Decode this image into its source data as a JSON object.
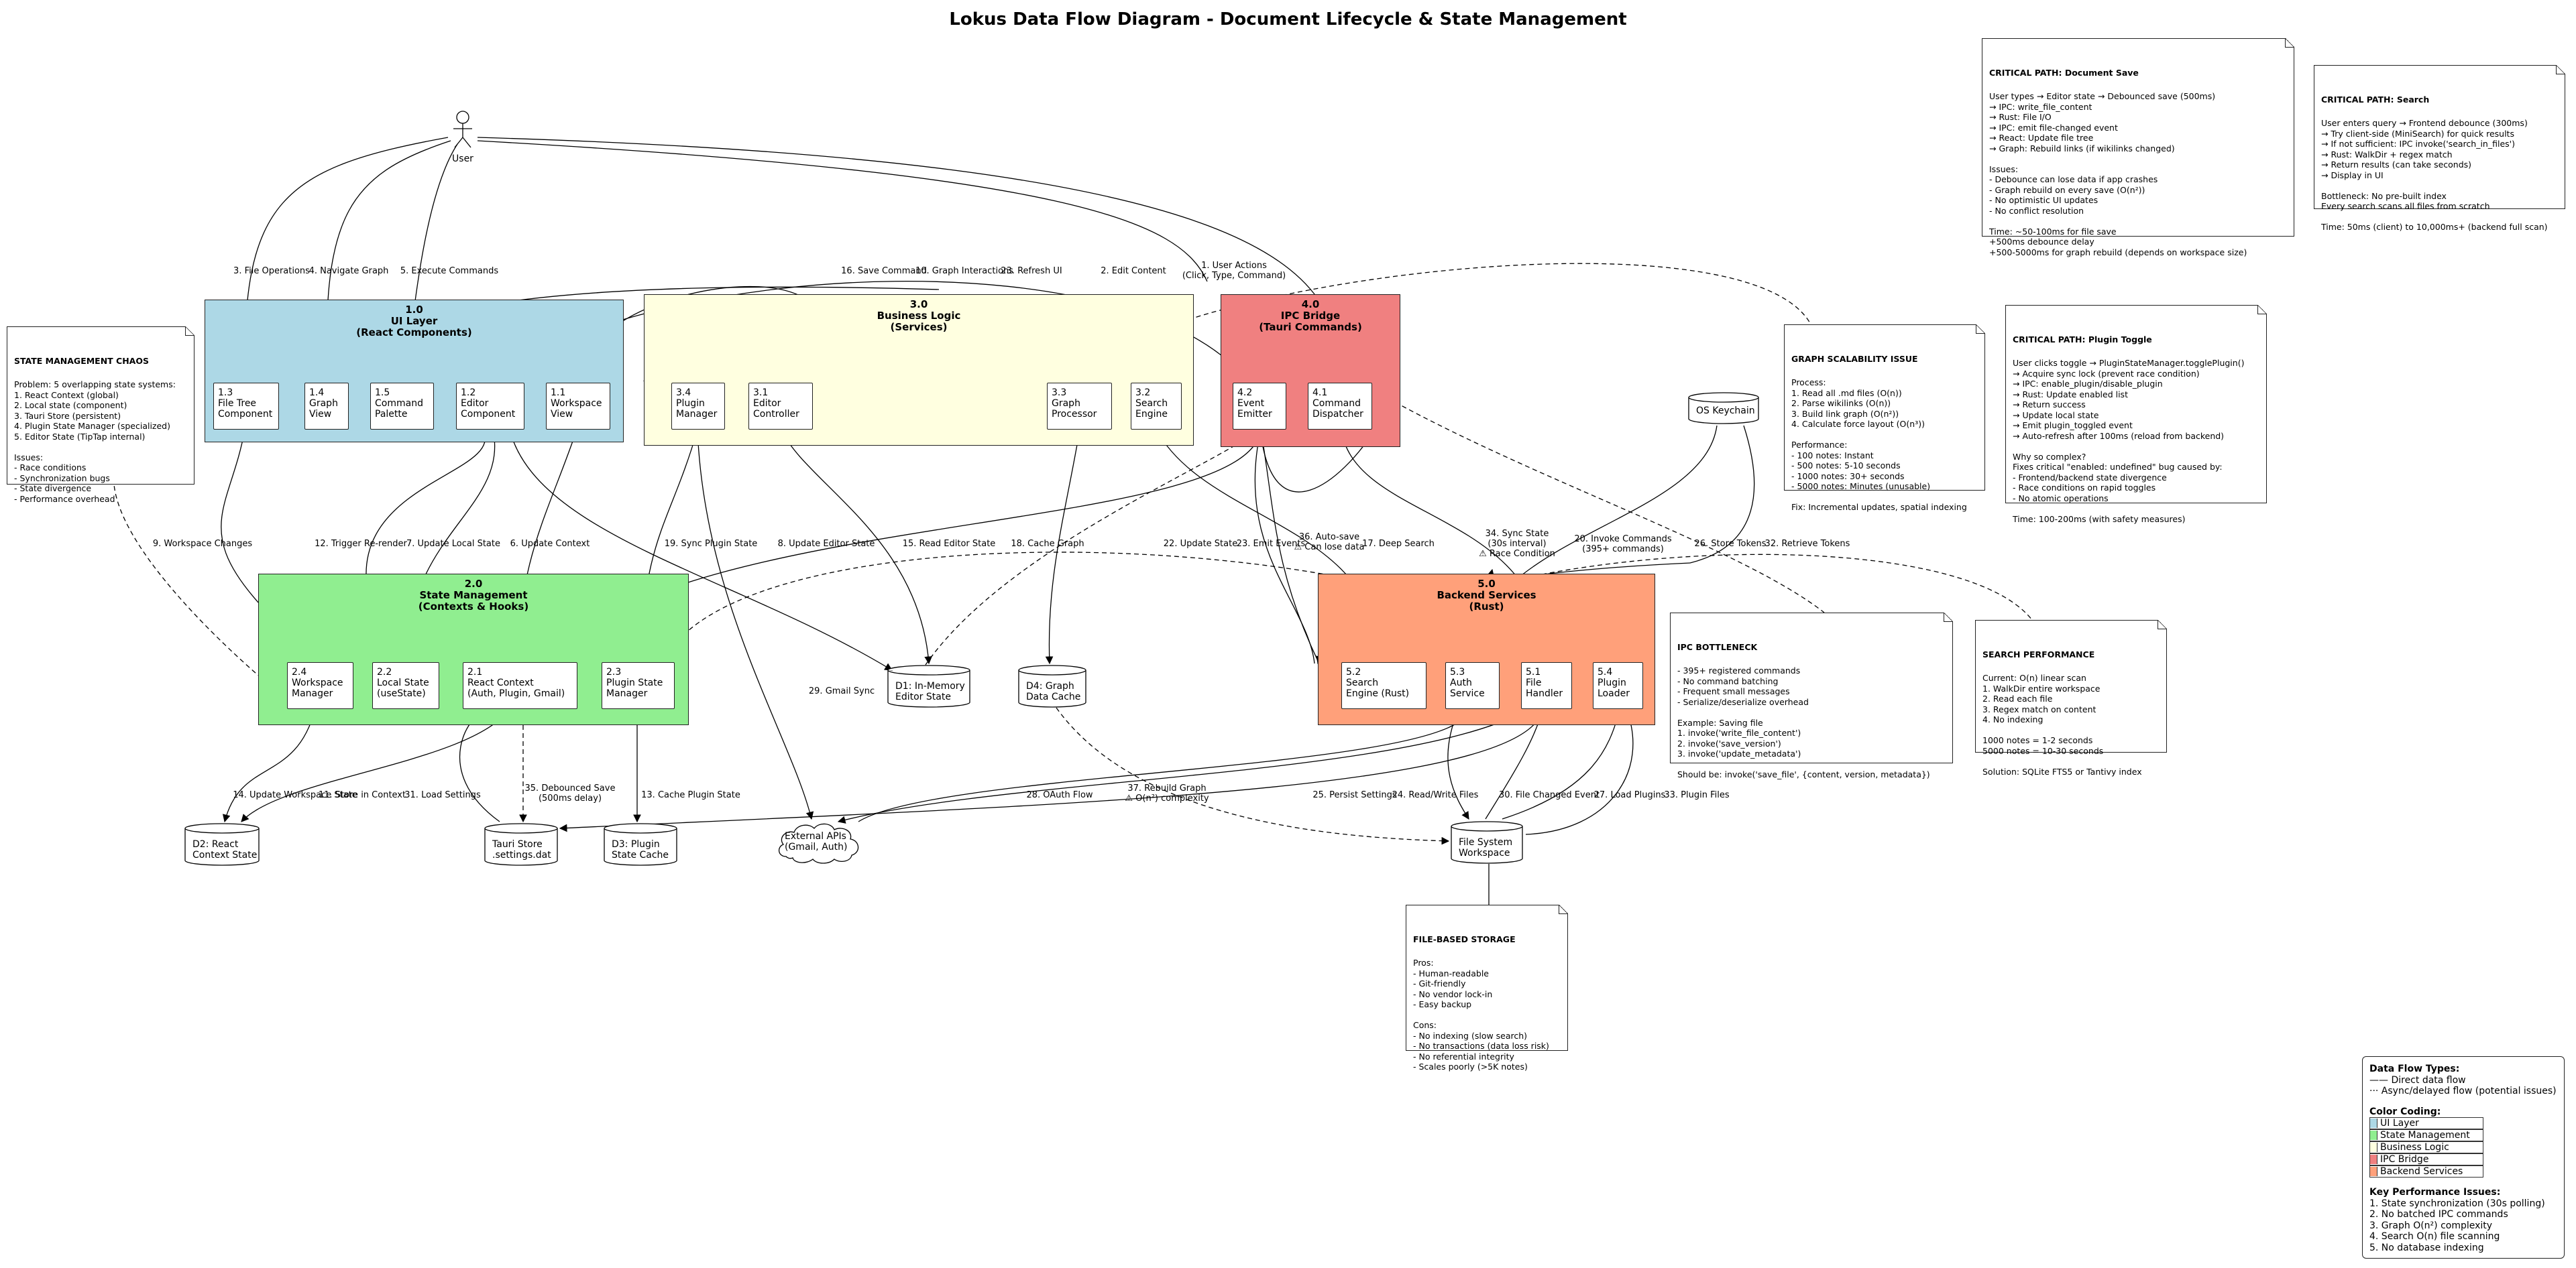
{
  "title": "Lokus Data Flow Diagram - Document Lifecycle & State Management",
  "actor": {
    "label": "User"
  },
  "groups": {
    "ui": {
      "title": "1.0\nUI Layer\n(React Components)",
      "color": "#add8e6"
    },
    "business": {
      "title": "3.0\nBusiness Logic\n(Services)",
      "color": "#ffffe0"
    },
    "ipc": {
      "title": "4.0\nIPC Bridge\n(Tauri Commands)",
      "color": "#f08080"
    },
    "state": {
      "title": "2.0\nState Management\n(Contexts & Hooks)",
      "color": "#90ee90"
    },
    "backend": {
      "title": "5.0\nBackend Services\n(Rust)",
      "color": "#ffa07a"
    }
  },
  "processes": {
    "p13": "1.3\nFile Tree\nComponent",
    "p14": "1.4\nGraph\nView",
    "p15": "1.5\nCommand\nPalette",
    "p12": "1.2\nEditor\nComponent",
    "p11": "1.1\nWorkspace\nView",
    "p34": "3.4\nPlugin\nManager",
    "p31": "3.1\nEditor\nController",
    "p33": "3.3\nGraph\nProcessor",
    "p32": "3.2\nSearch\nEngine",
    "p42": "4.2\nEvent\nEmitter",
    "p41": "4.1\nCommand\nDispatcher",
    "p24": "2.4\nWorkspace\nManager",
    "p22": "2.2\nLocal State\n(useState)",
    "p21": "2.1\nReact Context\n(Auth, Plugin, Gmail)",
    "p23": "2.3\nPlugin State\nManager",
    "p52": "5.2\nSearch\nEngine (Rust)",
    "p53": "5.3\nAuth\nService",
    "p51": "5.1\nFile\nHandler",
    "p54": "5.4\nPlugin\nLoader"
  },
  "stores": {
    "d1": "D1: In-Memory\nEditor State",
    "d4": "D4: Graph\nData Cache",
    "d2": "D2: React\nContext State",
    "tauri": "Tauri Store\n.settings.dat",
    "d3": "D3: Plugin\nState Cache",
    "fs": "File System\nWorkspace",
    "keychain": "OS Keychain"
  },
  "external": {
    "label": "External APIs\n(Gmail, Auth)"
  },
  "edge_labels": {
    "e1": "1. User Actions\n(Click, Type, Command)",
    "e2": "2. Edit Content",
    "e3": "3. File Operations",
    "e4": "4. Navigate Graph",
    "e5": "5. Execute Commands",
    "e6": "6. Update Context",
    "e7": "7. Update Local State",
    "e8": "8. Update Editor State",
    "e9": "9. Workspace Changes",
    "e10": "10. Graph Interactions",
    "e11": "11. Store in Context",
    "e12": "12. Trigger Re-render",
    "e13": "13. Cache Plugin State",
    "e14": "14. Update Workspace State",
    "e15": "15. Read Editor State",
    "e16": "16. Save Command",
    "e17": "17. Deep Search",
    "e18": "18. Cache Graph",
    "e19": "19. Sync Plugin State",
    "e20": "20. Invoke Commands\n(395+ commands)",
    "e22": "22. Update State",
    "e23": "23. Refresh UI",
    "e23b": "23. Emit Events",
    "e24": "24. Read/Write Files",
    "e25": "25. Persist Settings",
    "e26": "26. Store Tokens",
    "e27": "27. Load Plugins",
    "e28": "28. OAuth Flow",
    "e29": "29. Gmail Sync",
    "e30": "30. File Changed Event",
    "e31": "31. Load Settings",
    "e32": "32. Retrieve Tokens",
    "e33": "33. Plugin Files",
    "e34": "34. Sync State\n(30s interval)\n⚠ Race Condition",
    "e35": "35. Debounced Save\n(500ms delay)",
    "e36": "36. Auto-save\n⚠ Can lose data",
    "e37": "37. Rebuild Graph\n⚠ O(n²) complexity"
  },
  "notes": {
    "save": {
      "title": "CRITICAL PATH: Document Save",
      "body": "User types → Editor state → Debounced save (500ms)\n  → IPC: write_file_content\n  → Rust: File I/O\n  → IPC: emit file-changed event\n  → React: Update file tree\n  → Graph: Rebuild links (if wikilinks changed)\n\nIssues:\n- Debounce can lose data if app crashes\n- Graph rebuild on every save (O(n²))\n- No optimistic UI updates\n- No conflict resolution\n\nTime: ~50-100ms for file save\n        +500ms debounce delay\n        +500-5000ms for graph rebuild (depends on workspace size)"
    },
    "search": {
      "title": "CRITICAL PATH: Search",
      "body": "User enters query → Frontend debounce (300ms)\n  → Try client-side (MiniSearch) for quick results\n  → If not sufficient: IPC invoke('search_in_files')\n  → Rust: WalkDir + regex match\n  → Return results (can take seconds)\n  → Display in UI\n\nBottleneck: No pre-built index\nEvery search scans all files from scratch\n\nTime: 50ms (client) to 10,000ms+ (backend full scan)"
    },
    "state_chaos": {
      "title": "STATE MANAGEMENT CHAOS",
      "body": "Problem: 5 overlapping state systems:\n1. React Context (global)\n2. Local state (component)\n3. Tauri Store (persistent)\n4. Plugin State Manager (specialized)\n5. Editor State (TipTap internal)\n\nIssues:\n- Race conditions\n- Synchronization bugs\n- State divergence\n- Performance overhead"
    },
    "graph_scal": {
      "title": "GRAPH SCALABILITY ISSUE",
      "body": "Process:\n1. Read all .md files (O(n))\n2. Parse wikilinks (O(n))\n3. Build link graph (O(n²))\n4. Calculate force layout (O(n³))\n\nPerformance:\n- 100 notes: Instant\n- 500 notes: 5-10 seconds\n- 1000 notes: 30+ seconds\n- 5000 notes: Minutes (unusable)\n\nFix: Incremental updates, spatial indexing"
    },
    "plugin_toggle": {
      "title": "CRITICAL PATH: Plugin Toggle",
      "body": "User clicks toggle → PluginStateManager.togglePlugin()\n  → Acquire sync lock (prevent race condition)\n  → IPC: enable_plugin/disable_plugin\n  → Rust: Update enabled list\n  → Return success\n  → Update local state\n  → Emit plugin_toggled event\n  → Auto-refresh after 100ms (reload from backend)\n\nWhy so complex?\nFixes critical \"enabled: undefined\" bug caused by:\n- Frontend/backend state divergence\n- Race conditions on rapid toggles\n- No atomic operations\n\nTime: 100-200ms (with safety measures)"
    },
    "ipc_bottleneck": {
      "title": "IPC BOTTLENECK",
      "body": "- 395+ registered commands\n- No command batching\n- Frequent small messages\n- Serialize/deserialize overhead\n\nExample: Saving file\n1. invoke('write_file_content')\n2. invoke('save_version')\n3. invoke('update_metadata')\n\nShould be: invoke('save_file', {content, version, metadata})"
    },
    "search_perf": {
      "title": "SEARCH PERFORMANCE",
      "body": "Current: O(n) linear scan\n1. WalkDir entire workspace\n2. Read each file\n3. Regex match on content\n4. No indexing\n\n1000 notes = 1-2 seconds\n5000 notes = 10-30 seconds\n\nSolution: SQLite FTS5 or Tantivy index"
    },
    "file_storage": {
      "title": "FILE-BASED STORAGE",
      "body": "Pros:\n- Human-readable\n- Git-friendly\n- No vendor lock-in\n- Easy backup\n\nCons:\n- No indexing (slow search)\n- No transactions (data loss risk)\n- No referential integrity\n- Scales poorly (>5K notes)"
    }
  },
  "legend": {
    "title_types": "Data Flow Types:",
    "solid": "—— Direct data flow",
    "dashed": "··· Async/delayed flow (potential issues)",
    "title_colors": "Color Coding:",
    "colors": [
      {
        "label": "UI Layer",
        "color": "#add8e6"
      },
      {
        "label": "State Management",
        "color": "#90ee90"
      },
      {
        "label": "Business Logic",
        "color": "#ffffe0"
      },
      {
        "label": "IPC Bridge",
        "color": "#f08080"
      },
      {
        "label": "Backend Services",
        "color": "#ffa07a"
      }
    ],
    "title_perf": "Key Performance Issues:",
    "perf": [
      "1. State synchronization (30s polling)",
      "2. No batched IPC commands",
      "3. Graph O(n²) complexity",
      "4. Search O(n) file scanning",
      "5. No database indexing"
    ]
  }
}
